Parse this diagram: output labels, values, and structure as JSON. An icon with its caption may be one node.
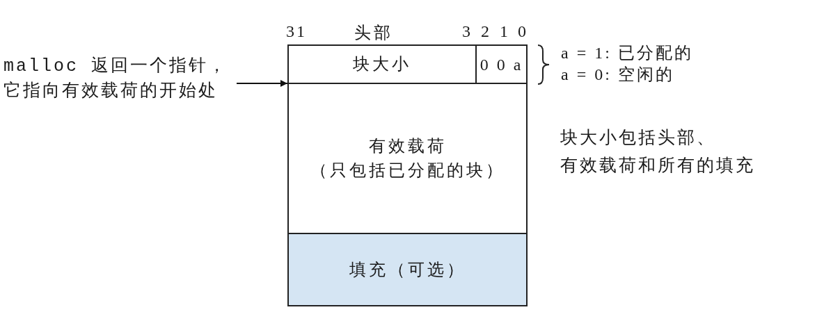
{
  "diagram": {
    "nodes": [
      {
        "text": [
          "头部"
        ]
      },
      {
        "text": [
          "块大小"
        ],
        "in": 0
      },
      {
        "text": [
          "0 0 a"
        ],
        "in": 0
      },
      {
        "text": [
          "malloc 返回一个指针，它指向有效载荷的开始处"
        ]
      },
      {
        "text": [
          "有效载荷（只包括已分配的块）"
        ]
      },
      {
        "text": [
          "填充（可选）"
        ]
      }
    ],
    "edges": [
      {
        "from": 3,
        "to": 4,
        "arrow": "to"
      }
    ],
    "labels": [
      "31",
      "3",
      "2",
      "1",
      "0",
      "a = 1: 已分配的",
      "a = 0: 空闲的",
      "块大小包括头部、有效载荷和所有的填充"
    ]
  }
}
